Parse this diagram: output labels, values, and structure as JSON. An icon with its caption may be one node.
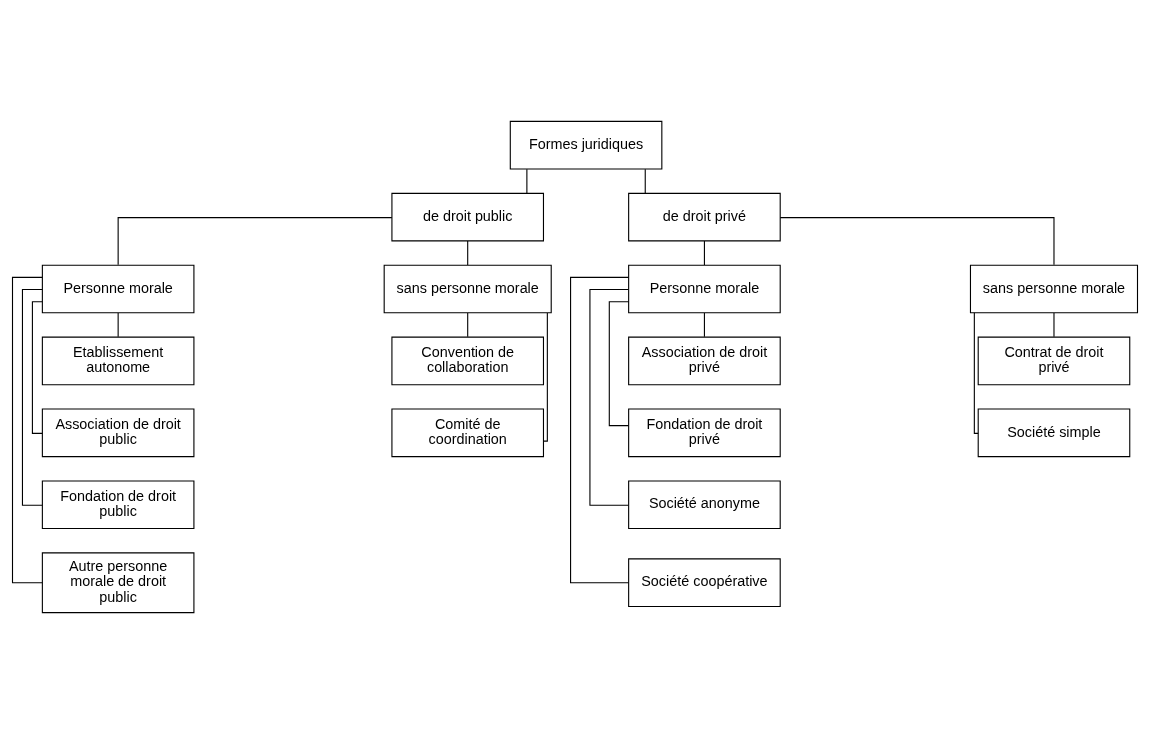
{
  "diagram": {
    "nodes": [
      {
        "text": [
          "Formes juridiques"
        ]
      },
      {
        "text": [
          "de droit public"
        ]
      },
      {
        "text": [
          "de droit privé"
        ]
      },
      {
        "text": [
          "Personne morale"
        ]
      },
      {
        "text": [
          "sans personne morale"
        ]
      },
      {
        "text": [
          "Etablissement autonome"
        ]
      },
      {
        "text": [
          "Association de droit public"
        ]
      },
      {
        "text": [
          "Fondation de droit public"
        ]
      },
      {
        "text": [
          "Autre personne morale de droit public"
        ]
      },
      {
        "text": [
          "Convention de collaboration"
        ]
      },
      {
        "text": [
          "Comité de coordination"
        ]
      },
      {
        "text": [
          "Personne morale"
        ]
      },
      {
        "text": [
          "sans personne morale"
        ]
      },
      {
        "text": [
          "Association de droit privé"
        ]
      },
      {
        "text": [
          "Fondation de droit privé"
        ]
      },
      {
        "text": [
          "Société anonyme"
        ]
      },
      {
        "text": [
          "Société coopérative"
        ]
      },
      {
        "text": [
          "Contrat de droit privé"
        ]
      },
      {
        "text": [
          "Société simple"
        ]
      }
    ],
    "edges": [
      {
        "from": 0,
        "to": 1,
        "arrow": "none"
      },
      {
        "from": 0,
        "to": 2,
        "arrow": "none"
      },
      {
        "from": 1,
        "to": 3,
        "arrow": "none"
      },
      {
        "from": 1,
        "to": 4,
        "arrow": "none"
      },
      {
        "from": 3,
        "to": 5,
        "arrow": "none"
      },
      {
        "from": 3,
        "to": 6,
        "arrow": "none"
      },
      {
        "from": 3,
        "to": 7,
        "arrow": "none"
      },
      {
        "from": 3,
        "to": 8,
        "arrow": "none"
      },
      {
        "from": 4,
        "to": 9,
        "arrow": "none"
      },
      {
        "from": 4,
        "to": 10,
        "arrow": "none"
      },
      {
        "from": 2,
        "to": 11,
        "arrow": "none"
      },
      {
        "from": 2,
        "to": 12,
        "arrow": "none"
      },
      {
        "from": 11,
        "to": 13,
        "arrow": "none"
      },
      {
        "from": 11,
        "to": 14,
        "arrow": "none"
      },
      {
        "from": 11,
        "to": 15,
        "arrow": "none"
      },
      {
        "from": 11,
        "to": 16,
        "arrow": "none"
      },
      {
        "from": 12,
        "to": 17,
        "arrow": "none"
      },
      {
        "from": 12,
        "to": 18,
        "arrow": "none"
      }
    ]
  }
}
